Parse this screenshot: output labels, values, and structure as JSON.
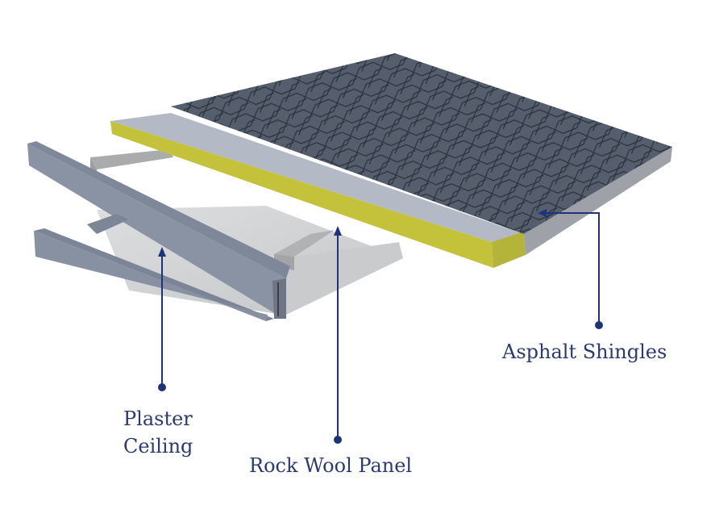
{
  "title": "Roof assembly cross-section",
  "labels": {
    "asphalt_shingles": "Asphalt Shingles",
    "plaster_ceiling_line1": "Plaster",
    "plaster_ceiling_line2": "Ceiling",
    "rock_wool_panel": "Rock Wool Panel"
  },
  "colors": {
    "callout": "#1f3378",
    "label_text": "#2b3a73",
    "shingles": "#4f5866",
    "panel_top": "#b6bcc6",
    "rock_wool": "#c9c83a",
    "truss": "#8e97a6",
    "ceiling": "#d4d6d8"
  }
}
